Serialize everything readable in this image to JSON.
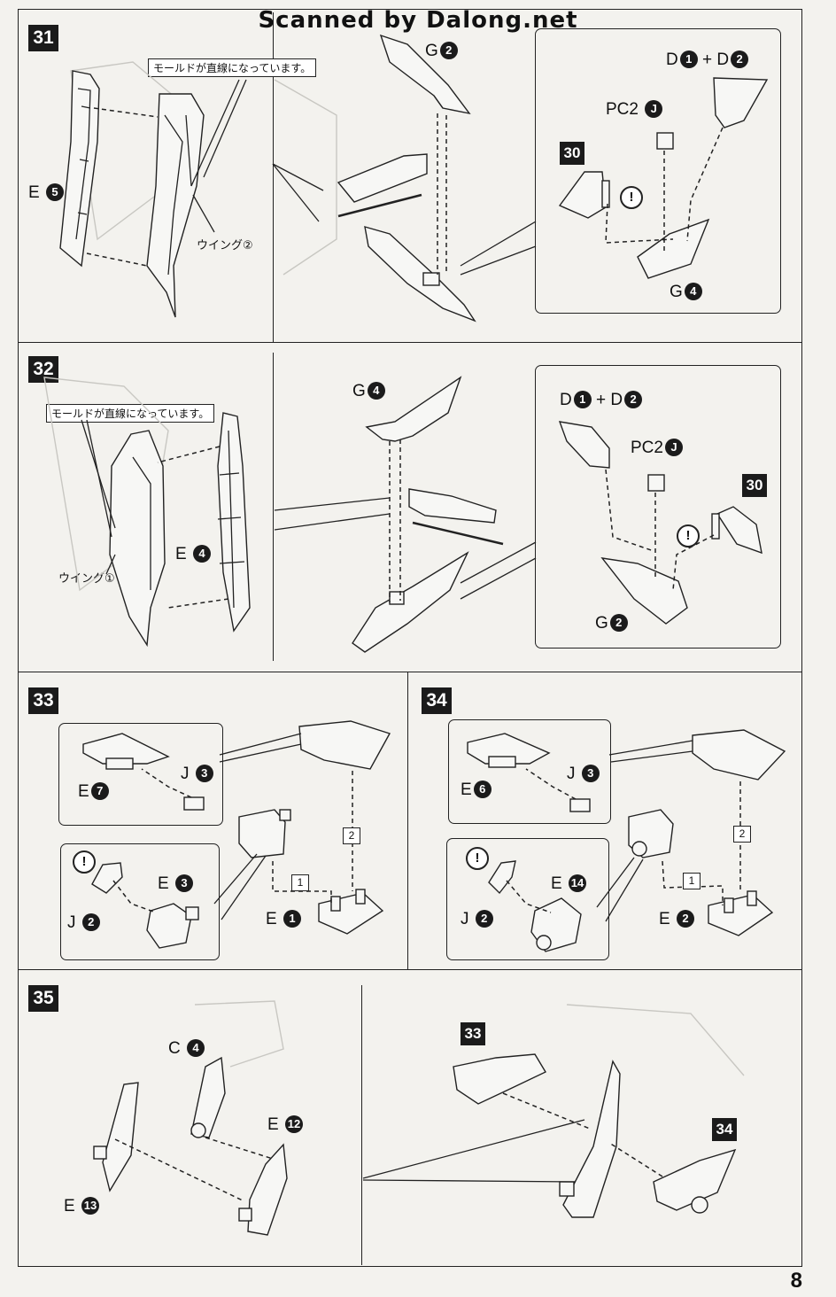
{
  "header": {
    "title": "Scanned by Dalong.net"
  },
  "page_number": "8",
  "step31": {
    "number": "31",
    "note": "モールドが直線になっています。",
    "wing_label": "ウイング②",
    "part_e": {
      "letter": "E",
      "num": "5"
    },
    "part_g_top": {
      "letter": "G",
      "num": "2"
    },
    "inset": {
      "part_d": {
        "text": "D",
        "num1": "1",
        "plus": "+ D",
        "num2": "2"
      },
      "part_pc": {
        "letter": "PC2",
        "num": "J"
      },
      "ref": "30",
      "warn": "!",
      "part_g": {
        "letter": "G",
        "num": "4"
      }
    }
  },
  "step32": {
    "number": "32",
    "note": "モールドが直線になっています。",
    "wing_label": "ウイング①",
    "part_e": {
      "letter": "E",
      "num": "4"
    },
    "part_g_top": {
      "letter": "G",
      "num": "4"
    },
    "inset": {
      "part_d": {
        "text": "D",
        "num1": "1",
        "plus": "+ D",
        "num2": "2"
      },
      "part_pc": {
        "letter": "PC2",
        "num": "J"
      },
      "ref": "30",
      "warn": "!",
      "part_g": {
        "letter": "G",
        "num": "2"
      }
    }
  },
  "step33": {
    "number": "33",
    "inset_top": {
      "part_e": {
        "letter": "E",
        "num": "7"
      },
      "part_j": {
        "letter": "J",
        "num": "3"
      }
    },
    "inset_bottom": {
      "warn": "!",
      "part_j": {
        "letter": "J",
        "num": "2"
      },
      "part_e": {
        "letter": "E",
        "num": "3"
      }
    },
    "order1": "1",
    "order2": "2",
    "part_e_main": {
      "letter": "E",
      "num": "1"
    }
  },
  "step34": {
    "number": "34",
    "inset_top": {
      "part_e": {
        "letter": "E",
        "num": "6"
      },
      "part_j": {
        "letter": "J",
        "num": "3"
      }
    },
    "inset_bottom": {
      "warn": "!",
      "part_j": {
        "letter": "J",
        "num": "2"
      },
      "part_e": {
        "letter": "E",
        "num": "14"
      }
    },
    "order1": "1",
    "order2": "2",
    "part_e_main": {
      "letter": "E",
      "num": "2"
    }
  },
  "step35": {
    "number": "35",
    "part_c": {
      "letter": "C",
      "num": "4"
    },
    "part_e12": {
      "letter": "E",
      "num": "12"
    },
    "part_e13": {
      "letter": "E",
      "num": "13"
    },
    "ref33": "33",
    "ref34": "34"
  }
}
